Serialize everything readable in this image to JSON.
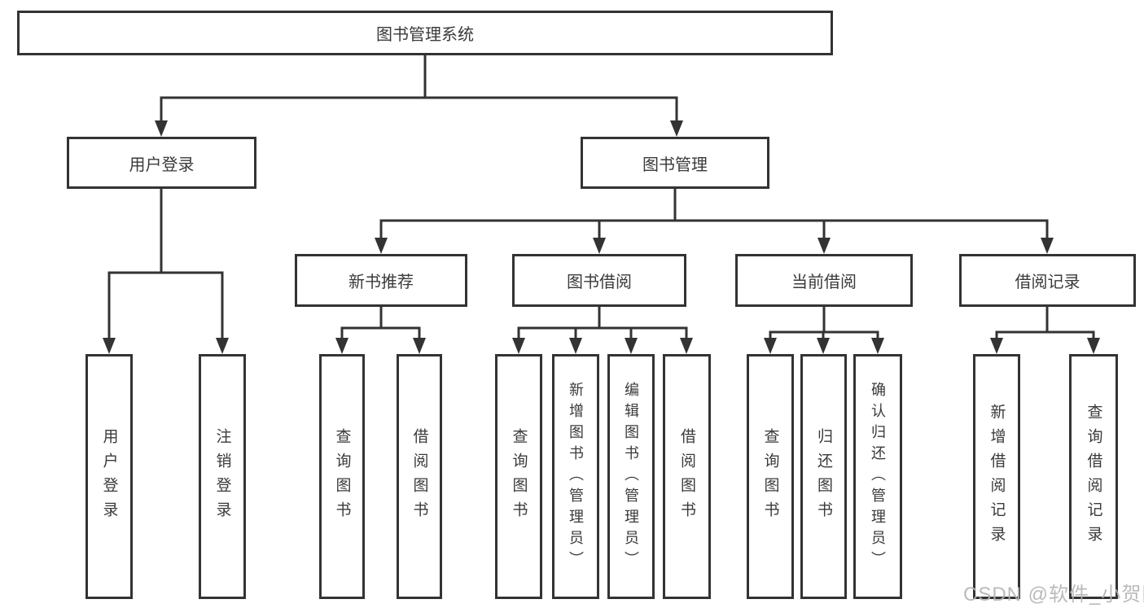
{
  "diagram": {
    "root": {
      "label": "图书管理系统"
    },
    "branches": [
      {
        "label": "用户登录",
        "children": [
          {
            "label": "用户登录"
          },
          {
            "label": "注销登录"
          }
        ]
      },
      {
        "label": "图书管理",
        "children": [
          {
            "label": "新书推荐",
            "children": [
              {
                "label": "查询图书"
              },
              {
                "label": "借阅图书"
              }
            ]
          },
          {
            "label": "图书借阅",
            "children": [
              {
                "label": "查询图书"
              },
              {
                "label": "新增图书（管理员）"
              },
              {
                "label": "编辑图书（管理员）"
              },
              {
                "label": "借阅图书"
              }
            ]
          },
          {
            "label": "当前借阅",
            "children": [
              {
                "label": "查询图书"
              },
              {
                "label": "归还图书"
              },
              {
                "label": "确认归还（管理员）"
              }
            ]
          },
          {
            "label": "借阅记录",
            "children": [
              {
                "label": "新增借阅记录"
              },
              {
                "label": "查询借阅记录"
              }
            ]
          }
        ]
      }
    ]
  },
  "watermark": {
    "text": "CSDN @软件_小贺同学"
  },
  "colors": {
    "line": "#333333",
    "text": "#3a3a3a",
    "background": "#ffffff",
    "watermark": "#b3b3b3"
  }
}
